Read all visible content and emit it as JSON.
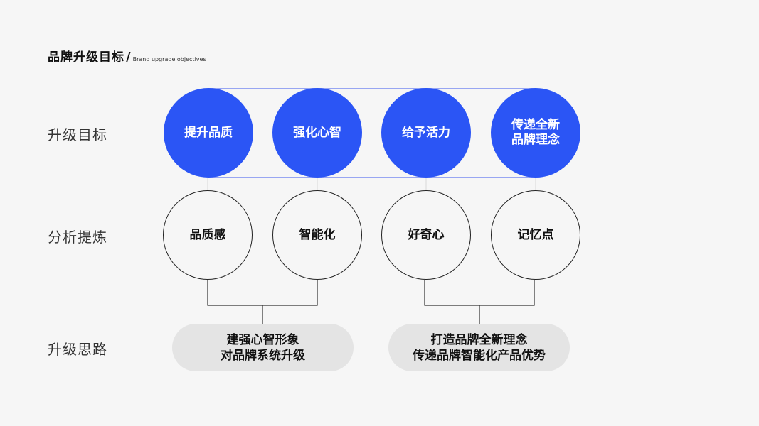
{
  "header": {
    "title_cn": "品牌升级目标",
    "separator": "/",
    "title_en": "Brand upgrade objectives"
  },
  "rows": {
    "goals_label": "升级目标",
    "analysis_label": "分析提炼",
    "strategy_label": "升级思路"
  },
  "goals": [
    {
      "line1": "提升品质",
      "line2": ""
    },
    {
      "line1": "强化心智",
      "line2": ""
    },
    {
      "line1": "给予活力",
      "line2": ""
    },
    {
      "line1": "传递全新",
      "line2": "品牌理念"
    }
  ],
  "analysis": [
    "品质感",
    "智能化",
    "好奇心",
    "记忆点"
  ],
  "strategies": [
    {
      "line1": "建强心智形象",
      "line2": "对品牌系统升级"
    },
    {
      "line1": "打造品牌全新理念",
      "line2": "传递品牌智能化产品优势"
    }
  ],
  "colors": {
    "accent_blue": "#2b55f5",
    "frame_line": "#98a6f2",
    "pill_bg": "#e4e4e4",
    "background": "#f6f6f6"
  }
}
